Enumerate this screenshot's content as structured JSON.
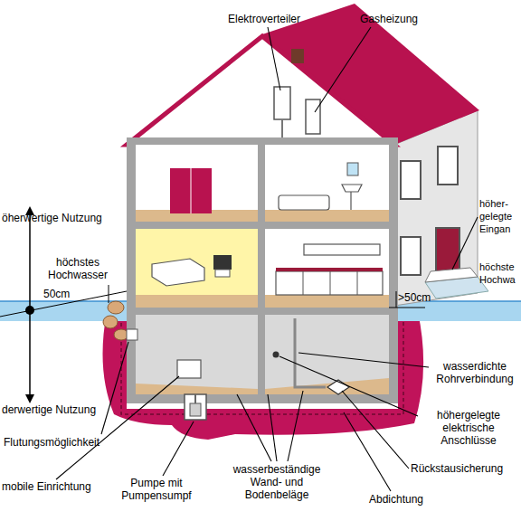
{
  "diagram": {
    "labels": [
      "Elektroverteiler",
      "Gasheizung",
      "öherwertige Nutzung",
      "höchstes Hochwasser",
      "50cm",
      ">50cm",
      "höher- gelegte Eingan",
      "höchste Hochwa",
      "derwertige Nutzung",
      "Flutungsmöglichkeit",
      "mobile Einrichtung",
      "Pumpe mit Pumpensumpf",
      "wasserbeständige Wand- und Bodenbeläge",
      "Abdichtung",
      "Rückstausicherung",
      "höhergelegte elektrische Anschlüsse",
      "wasserdichte Rohrverbindung"
    ]
  }
}
